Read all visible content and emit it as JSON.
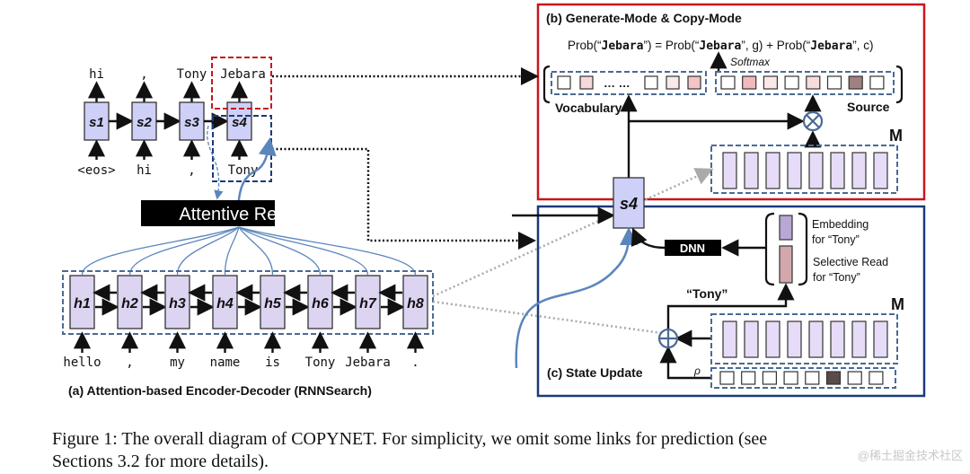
{
  "decoder": {
    "states": [
      "s1",
      "s2",
      "s3",
      "s4"
    ],
    "outputs": [
      "hi",
      ",",
      "Tony",
      "Jebara"
    ],
    "inputs": [
      "<eos>",
      "hi",
      ",",
      "Tony"
    ]
  },
  "attentive_read_label": "Attentive Read",
  "encoder": {
    "states": [
      "h1",
      "h2",
      "h3",
      "h4",
      "h5",
      "h6",
      "h7",
      "h8"
    ],
    "inputs": [
      "hello",
      ",",
      "my",
      "name",
      "is",
      "Tony",
      "Jebara",
      "."
    ],
    "caption": "(a) Attention-based Encoder-Decoder (RNNSearch)"
  },
  "panel_b": {
    "title": "(b) Generate-Mode & Copy-Mode",
    "formula": {
      "p1": "Prob(“",
      "w1": "Jebara",
      "p2": "”) = Prob(“",
      "w2": "Jebara",
      "p3": "”, g) + Prob(“",
      "w3": "Jebara",
      "p4": "”, c)"
    },
    "softmax_label": "Softmax",
    "vocabulary_label": "Vocabulary",
    "vocabulary_dots": "… …",
    "source_label": "Source",
    "memory_label": "M",
    "vocab_cell_colors": [
      "#ffffff",
      "#f6d8dc",
      "#ffffff",
      "#faeaea",
      "#f4c4c8"
    ],
    "source_cell_colors": [
      "#ffffff",
      "#f2b9bd",
      "#fae8e8",
      "#ffffff",
      "#f7dcdc",
      "#ffffff",
      "#a08080",
      "#ffffff"
    ]
  },
  "s4_label": "s4",
  "panel_c": {
    "title": "(c) State Update",
    "dnn_label": "DNN",
    "embedding_label_1": "Embedding",
    "embedding_label_2": "for “Tony”",
    "selective_label_1": "Selective Read",
    "selective_label_2": "for “Tony”",
    "tony_label": "“Tony”",
    "memory_label": "M",
    "rho_label": "ρ",
    "rho_cell_colors": [
      "#ffffff",
      "#ffffff",
      "#ffffff",
      "#ffffff",
      "#ffffff",
      "#5a4a4a",
      "#ffffff",
      "#ffffff"
    ]
  },
  "colors": {
    "panel_b_border": "#c8161d",
    "panel_c_border": "#1b3a7a",
    "state_fill": "#cfd0f7",
    "attention": "#5b86bd"
  },
  "figure_caption": {
    "line1": "Figure 1: The overall diagram of COPYNET. For simplicity, we omit some links for prediction (see",
    "line2": "Sections 3.2 for more details)."
  },
  "watermark": "@稀土掘金技术社区"
}
